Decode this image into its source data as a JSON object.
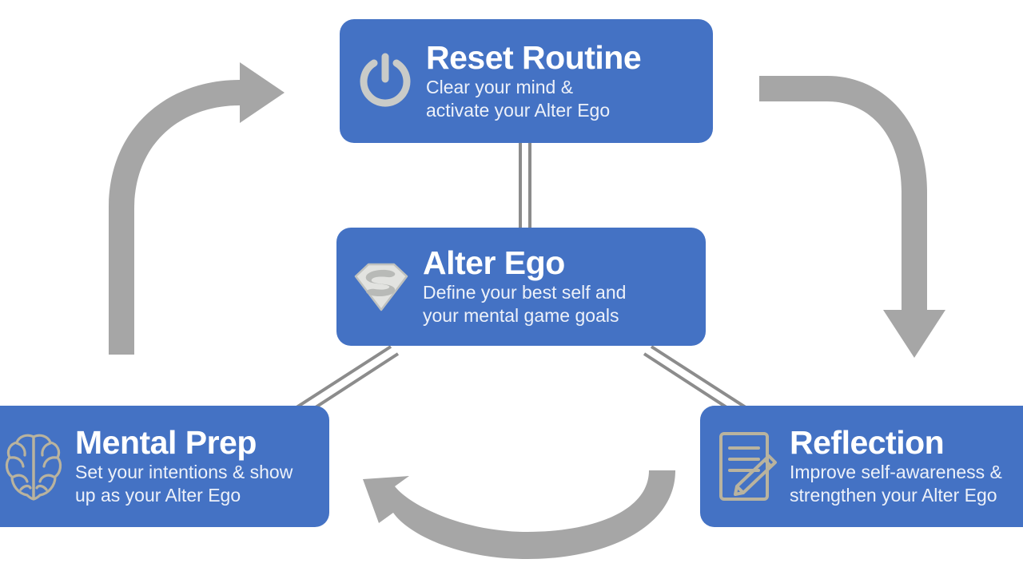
{
  "diagram": {
    "type": "cycle-flow",
    "background_color": "#ffffff",
    "card_color": "#4472C4",
    "icon_color": "#C9CBC8",
    "arrow_color": "#A6A6A6",
    "connector_color": "#8C8C8C",
    "title_color": "#FFFFFF",
    "desc_color": "#EDF1F9",
    "nodes": [
      {
        "id": "reset-routine",
        "title": "Reset Routine",
        "description": "Clear your mind &\nactivate your Alter Ego",
        "icon": "power-icon",
        "position": "top"
      },
      {
        "id": "alter-ego",
        "title": "Alter Ego",
        "description": "Define your best self and\nyour mental game goals",
        "icon": "superhero-shield-icon",
        "position": "center"
      },
      {
        "id": "mental-prep",
        "title": "Mental Prep",
        "description": "Set your intentions & show\nup as your Alter Ego",
        "icon": "brain-icon",
        "position": "bottom-left"
      },
      {
        "id": "reflection",
        "title": "Reflection",
        "description": "Improve self-awareness &\nstrengthen your Alter Ego",
        "icon": "notepad-pencil-icon",
        "position": "bottom-right"
      }
    ],
    "arrows": [
      {
        "id": "arrow-mental-to-reset",
        "from": "mental-prep",
        "to": "reset-routine",
        "shape": "curved-up-right",
        "style": "thick-block"
      },
      {
        "id": "arrow-reset-to-reflection",
        "from": "reset-routine",
        "to": "reflection",
        "shape": "curved-right-down",
        "style": "thick-block"
      },
      {
        "id": "arrow-reflection-to-mental",
        "from": "reflection",
        "to": "mental-prep",
        "shape": "curved-bottom-left",
        "style": "thick-block"
      }
    ],
    "connectors": [
      {
        "id": "connector-reset-alter",
        "from": "reset-routine",
        "to": "alter-ego",
        "style": "double-line"
      },
      {
        "id": "connector-alter-mental",
        "from": "alter-ego",
        "to": "mental-prep",
        "style": "double-line"
      },
      {
        "id": "connector-alter-reflection",
        "from": "alter-ego",
        "to": "reflection",
        "style": "double-line"
      }
    ]
  }
}
